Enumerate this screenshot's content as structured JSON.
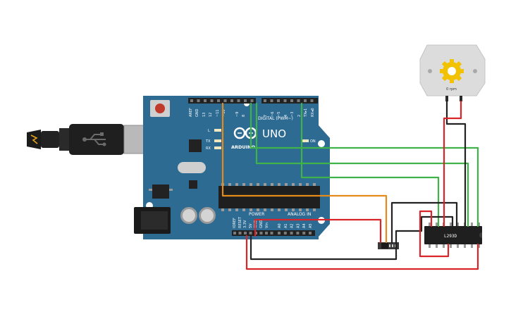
{
  "board": {
    "brand": "ARDUINO",
    "model": "UNO",
    "digital_header": "DIGITAL (PWM~)",
    "power_header": "POWER",
    "analog_header": "ANALOG IN",
    "led_l": "L",
    "led_tx": "TX",
    "led_rx": "RX",
    "led_on": "ON",
    "digital_pins": [
      "AREF",
      "GND",
      "13",
      "12",
      "~11",
      "~10",
      "~9",
      "8",
      "7",
      "~6",
      "~5",
      "4",
      "~3",
      "2",
      "TX▸1",
      "RX◂0"
    ],
    "power_pins": [
      "IOREF",
      "RESET",
      "3.3V",
      "5V",
      "GND",
      "GND",
      "Vin"
    ],
    "analog_pins": [
      "A0",
      "A1",
      "A2",
      "A3",
      "A4",
      "A5"
    ]
  },
  "motor": {
    "rpm_label": "0 rpm"
  },
  "driver": {
    "label": "L293D"
  },
  "colors": {
    "board": "#2d6b93",
    "wire_green": "#3fb34a",
    "wire_orange": "#e48b1c",
    "wire_red": "#d9252a",
    "wire_black": "#222222"
  }
}
